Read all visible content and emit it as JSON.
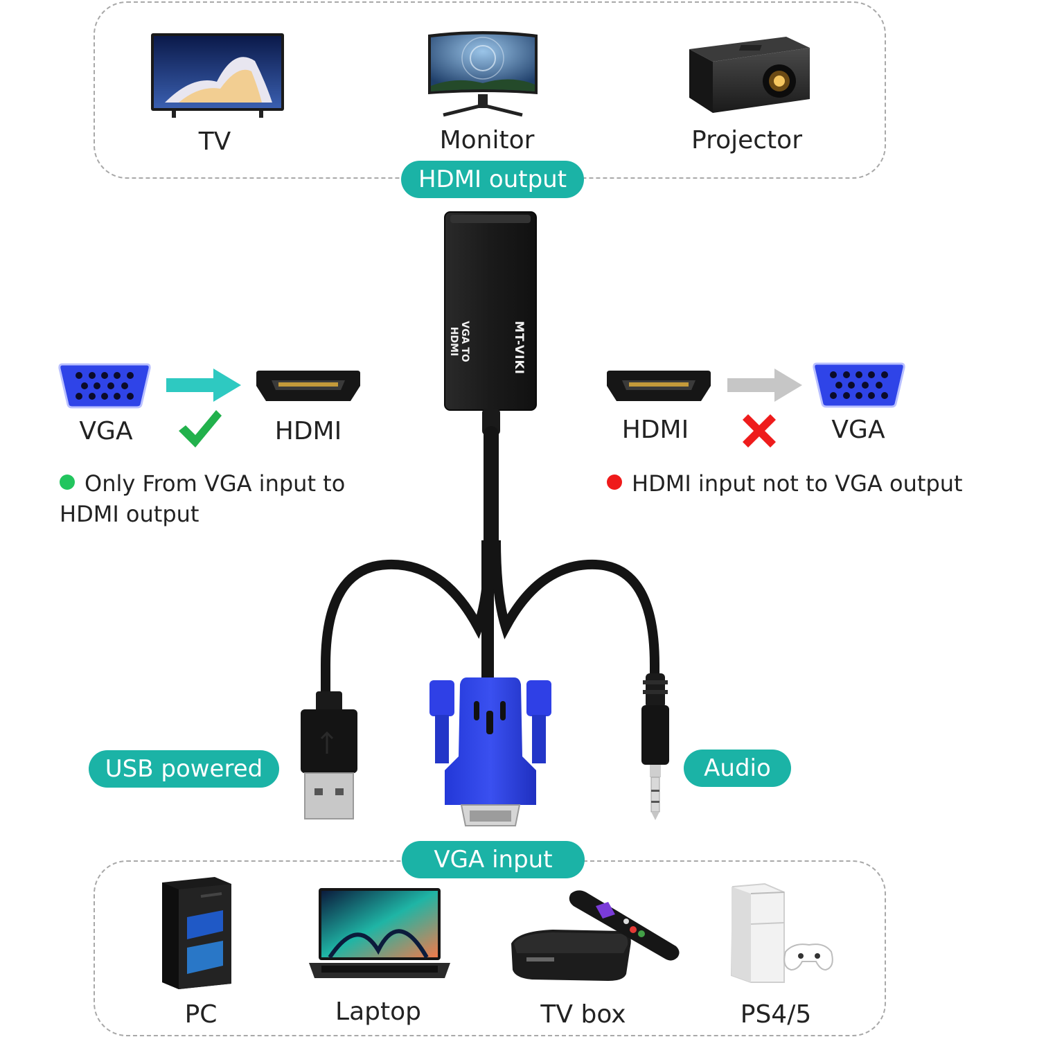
{
  "output_section": {
    "badge": "HDMI output",
    "devices": [
      {
        "label": "TV",
        "icon": "tv-icon"
      },
      {
        "label": "Monitor",
        "icon": "monitor-icon"
      },
      {
        "label": "Projector",
        "icon": "projector-icon"
      }
    ]
  },
  "input_section": {
    "badge": "VGA input",
    "devices": [
      {
        "label": "PC",
        "icon": "pc-tower-icon"
      },
      {
        "label": "Laptop",
        "icon": "laptop-icon"
      },
      {
        "label": "TV box",
        "icon": "tv-box-icon"
      },
      {
        "label": "PS4/5",
        "icon": "console-icon"
      }
    ]
  },
  "adapter": {
    "brand": "MT-VIKI",
    "model": "VGA TO HDMI"
  },
  "supported": {
    "from": "VGA",
    "to": "HDMI",
    "note": "Only From VGA input to HDMI output",
    "status_color": "#22c55e"
  },
  "unsupported": {
    "from": "HDMI",
    "to": "VGA",
    "note": "HDMI input not to VGA output",
    "status_color": "#ef1a1a"
  },
  "cables": {
    "usb_badge": "USB powered",
    "audio_badge": "Audio"
  },
  "colors": {
    "accent": "#1bb3a6",
    "vga_blue": "#2f3fe0",
    "arrow_teal": "#2ec9c1"
  }
}
